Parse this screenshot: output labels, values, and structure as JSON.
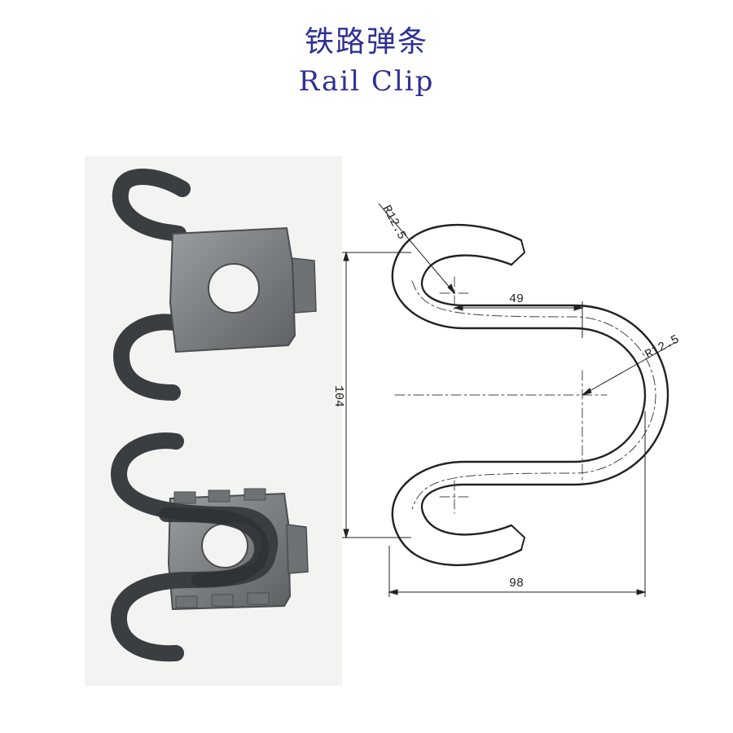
{
  "title": {
    "chinese": "铁路弹条",
    "english": "Rail Clip"
  },
  "photo": {
    "items": [
      "clip-assembly-top",
      "clip-assembly-bottom"
    ]
  },
  "drawing": {
    "radius_top": "R12.5",
    "radius_right": "R12.5",
    "dim_height": "104",
    "dim_inner_width": "49",
    "dim_width": "98"
  },
  "colors": {
    "title": "#2e3192",
    "steel_rod": "#3b3e40",
    "plate": "#8a8d8f",
    "line": "#222222"
  }
}
